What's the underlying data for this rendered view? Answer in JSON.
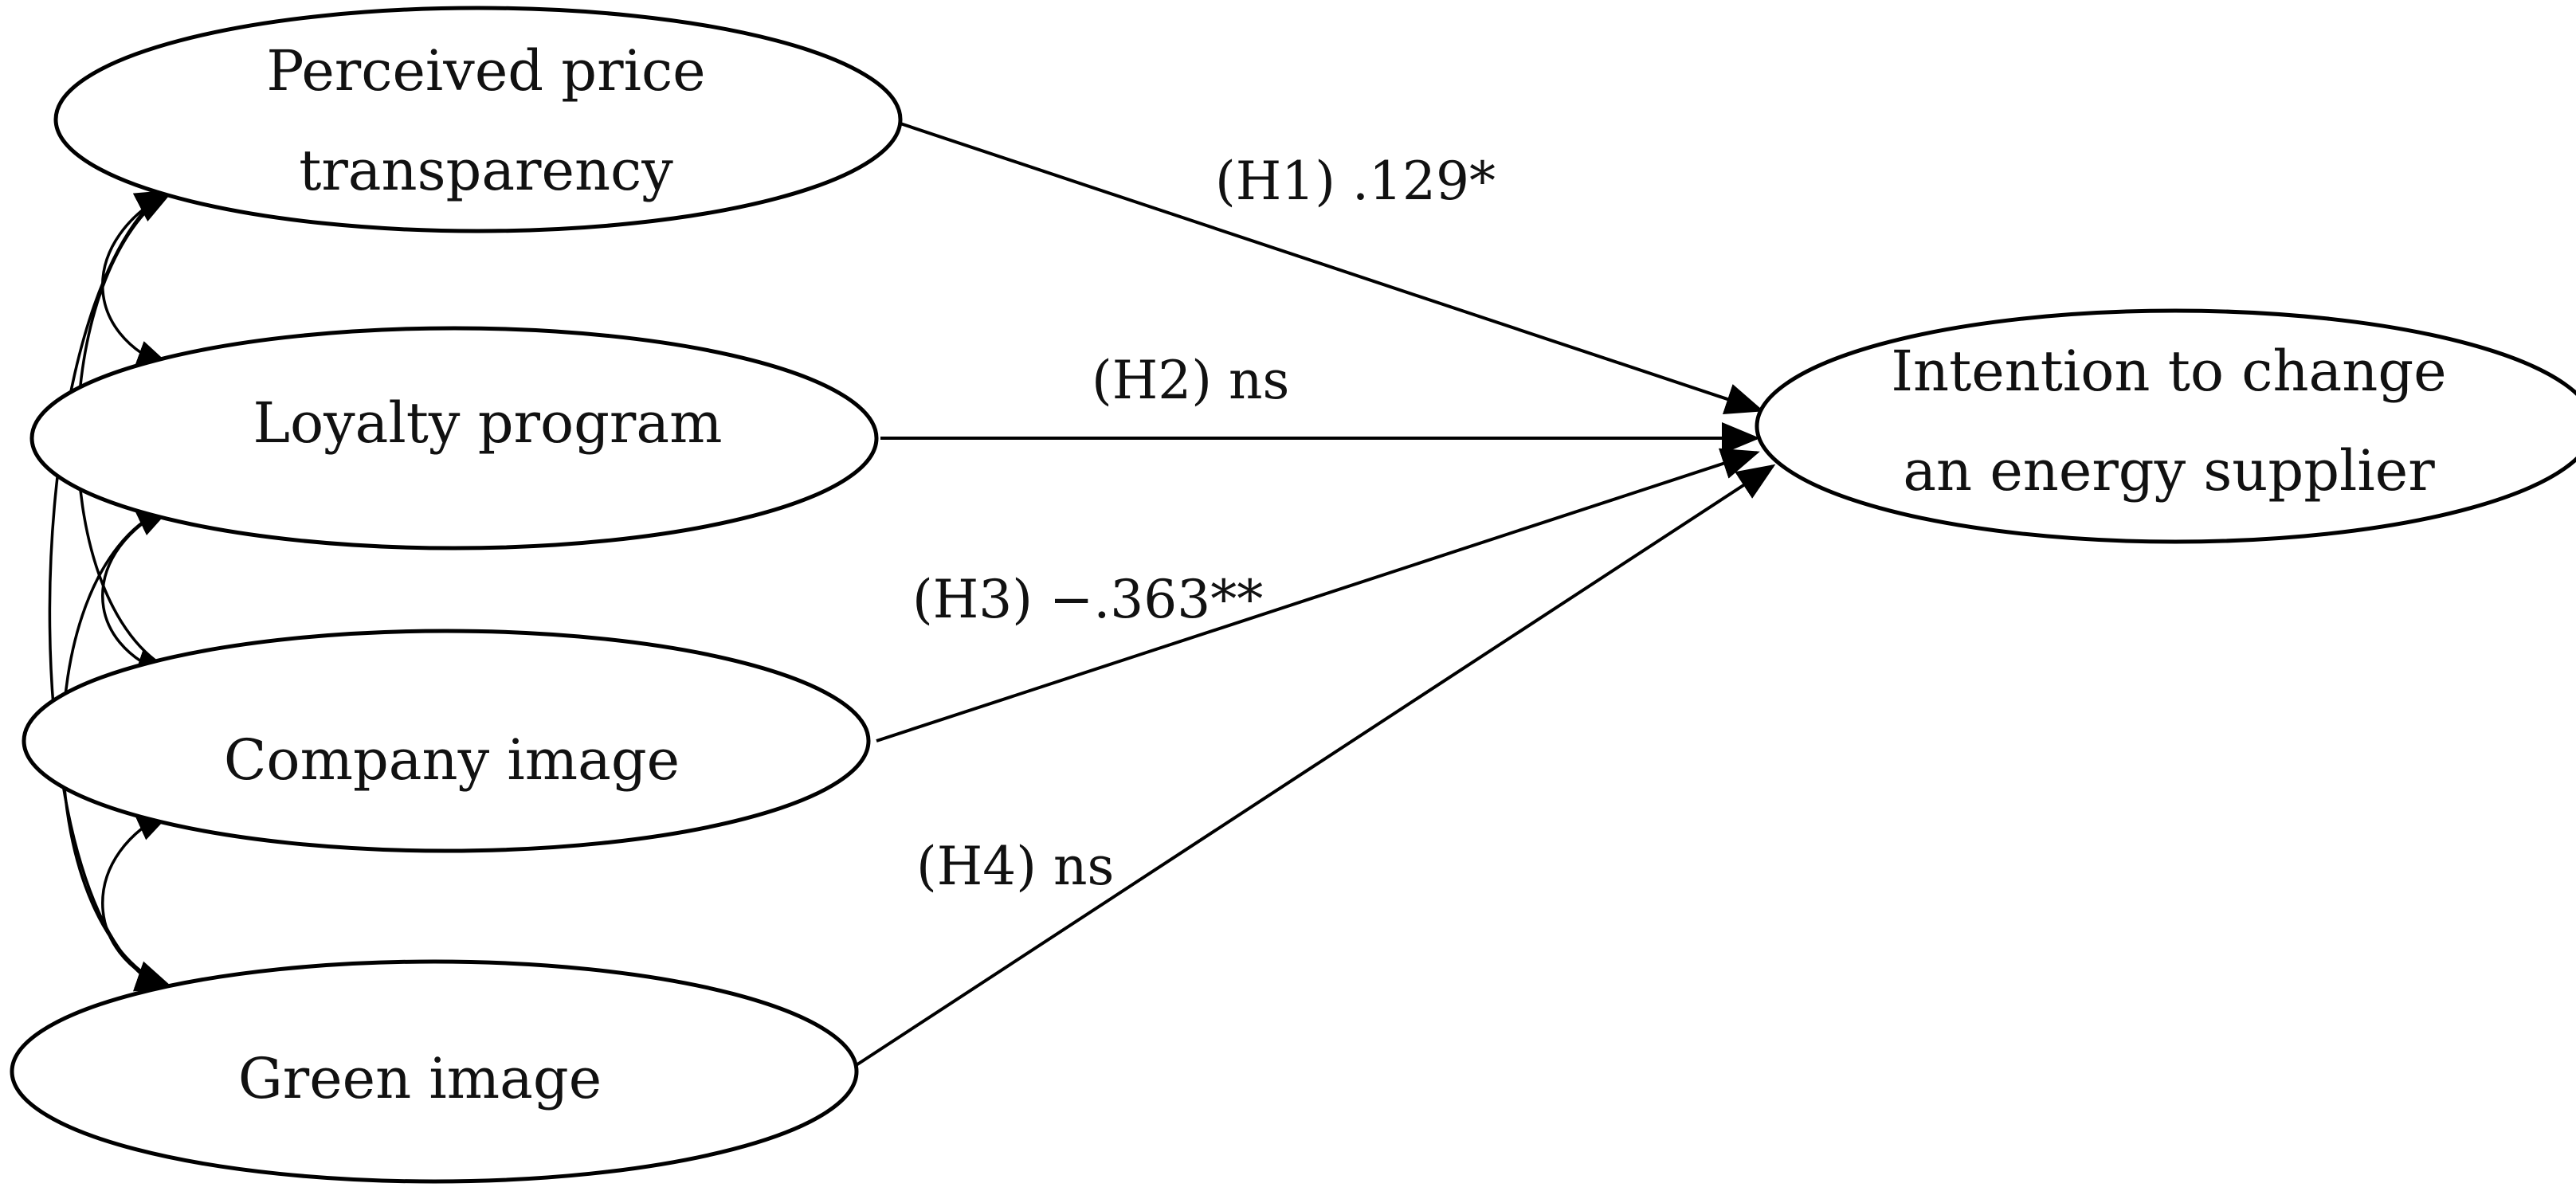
{
  "diagram": {
    "nodes": {
      "price": {
        "line1": "Perceived price",
        "line2": "transparency"
      },
      "loyalty": {
        "label": "Loyalty program"
      },
      "company": {
        "label": "Company image"
      },
      "green": {
        "label": "Green image"
      },
      "intention": {
        "line1": "Intention to change",
        "line2": "an energy supplier"
      }
    },
    "paths": {
      "h1": {
        "label": "(H1) .129*"
      },
      "h2": {
        "label": "(H2) ns"
      },
      "h3": {
        "label": "(H3) −.363**"
      },
      "h4": {
        "label": "(H4) ns"
      }
    }
  }
}
